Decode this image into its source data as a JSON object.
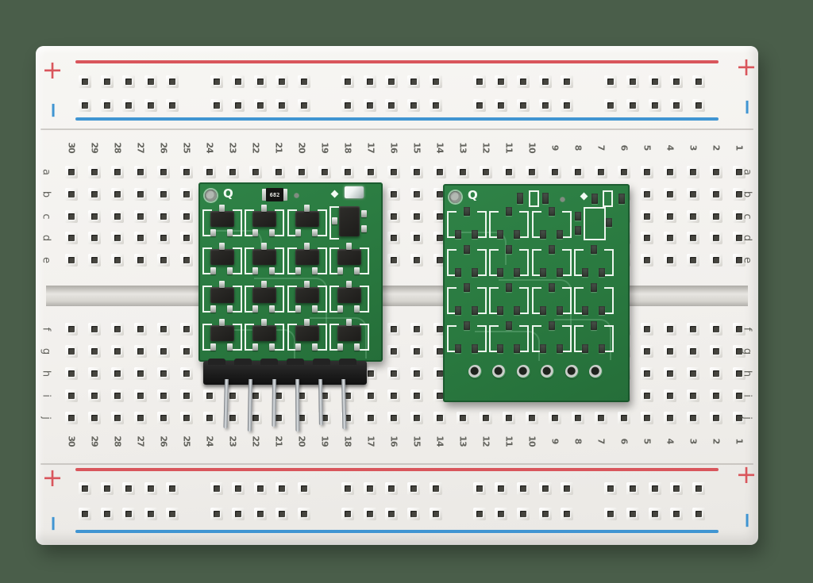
{
  "colors": {
    "background": "#4a5e4a",
    "board_white": "#f2f0ed",
    "rail_red": "#d9565c",
    "rail_blue": "#4095d2",
    "label_gray": "#64645e",
    "hole_dark": "#46453f",
    "pcb_green": "#2a7a40",
    "silkscreen_white": "#f2faf3",
    "component_black": "#22211f",
    "lead_silver": "#c4cac5"
  },
  "breadboard": {
    "rail": {
      "plus_label": "+",
      "minus_label": "−",
      "hole_groups": 5,
      "holes_per_group": 5,
      "rows_per_rail": 2
    },
    "columns": {
      "count": 30,
      "numbers": [
        "30",
        "29",
        "28",
        "27",
        "26",
        "25",
        "24",
        "23",
        "22",
        "21",
        "20",
        "19",
        "18",
        "17",
        "16",
        "15",
        "14",
        "13",
        "12",
        "11",
        "10",
        "9",
        "8",
        "7",
        "6",
        "5",
        "4",
        "3",
        "2",
        "1"
      ]
    },
    "row_letters_top": [
      "a",
      "b",
      "c",
      "d",
      "e"
    ],
    "row_letters_bottom": [
      "f",
      "g",
      "h",
      "i",
      "j"
    ],
    "rows_per_block": 5
  },
  "pcb_left": {
    "populated": true,
    "silkscreen": {
      "q_label": "Q",
      "resistor_value": "682"
    },
    "transistor_rows": 4,
    "transistor_cols": 4,
    "header_pin_count": 6
  },
  "pcb_right": {
    "populated": false,
    "silkscreen": {
      "q_label": "Q"
    },
    "footprint_rows": 4,
    "footprint_cols": 4,
    "through_hole_count": 6
  }
}
